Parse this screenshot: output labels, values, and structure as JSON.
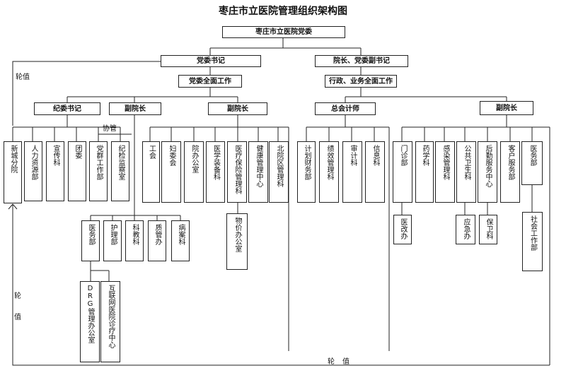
{
  "title": "枣庄市立医院管理组织架构图",
  "top": "枣庄市立医院党委",
  "l2": {
    "party_secretary": "党委书记",
    "president": "院长、党委副书记"
  },
  "l3": {
    "party_work": "党委全面工作",
    "admin_work": "行政、业务全面工作"
  },
  "l4": {
    "discipline": "纪委书记",
    "vp1": "副院长",
    "vp2": "副院长",
    "accountant": "总会计师",
    "vp3": "副院长"
  },
  "depts": {
    "xincheng": "新城分院",
    "hr": "人力资源部",
    "publicity": "宣传科",
    "league": "团委",
    "party_office": "党群工作部",
    "discipline_office": "纪检监察室",
    "union": "工会",
    "women": "妇委会",
    "office": "院办公室",
    "ethics": "医学装备科",
    "insurance": "医疗保险管理科",
    "health_center": "健康管理中心",
    "security": "北院区管理科",
    "finance": "计划财务部",
    "performance": "绩效管理科",
    "audit": "审计科",
    "info": "信息科",
    "outpatient": "门诊部",
    "pharmacy": "药学科",
    "infection": "感染管理科",
    "public_health": "公共卫生科",
    "logistics": "后勤服务中心",
    "customer": "客户服务部",
    "medical_r": "医务部",
    "medical": "医务部",
    "nursing": "护理部",
    "science": "科教科",
    "quality": "质管办",
    "case": "病案科",
    "drg": "DRG管理办公室",
    "internet": "互联网医院诊疗中心",
    "price": "物价办公室",
    "reform": "医改办",
    "emergency": "应急办",
    "security2": "保卫科",
    "social": "社会工作部"
  },
  "labels": {
    "rotate_left": "轮值",
    "assist": "协管",
    "rotate_left2_a": "轮",
    "rotate_left2_b": "值",
    "rotate_bottom_a": "轮",
    "rotate_bottom_b": "值"
  }
}
